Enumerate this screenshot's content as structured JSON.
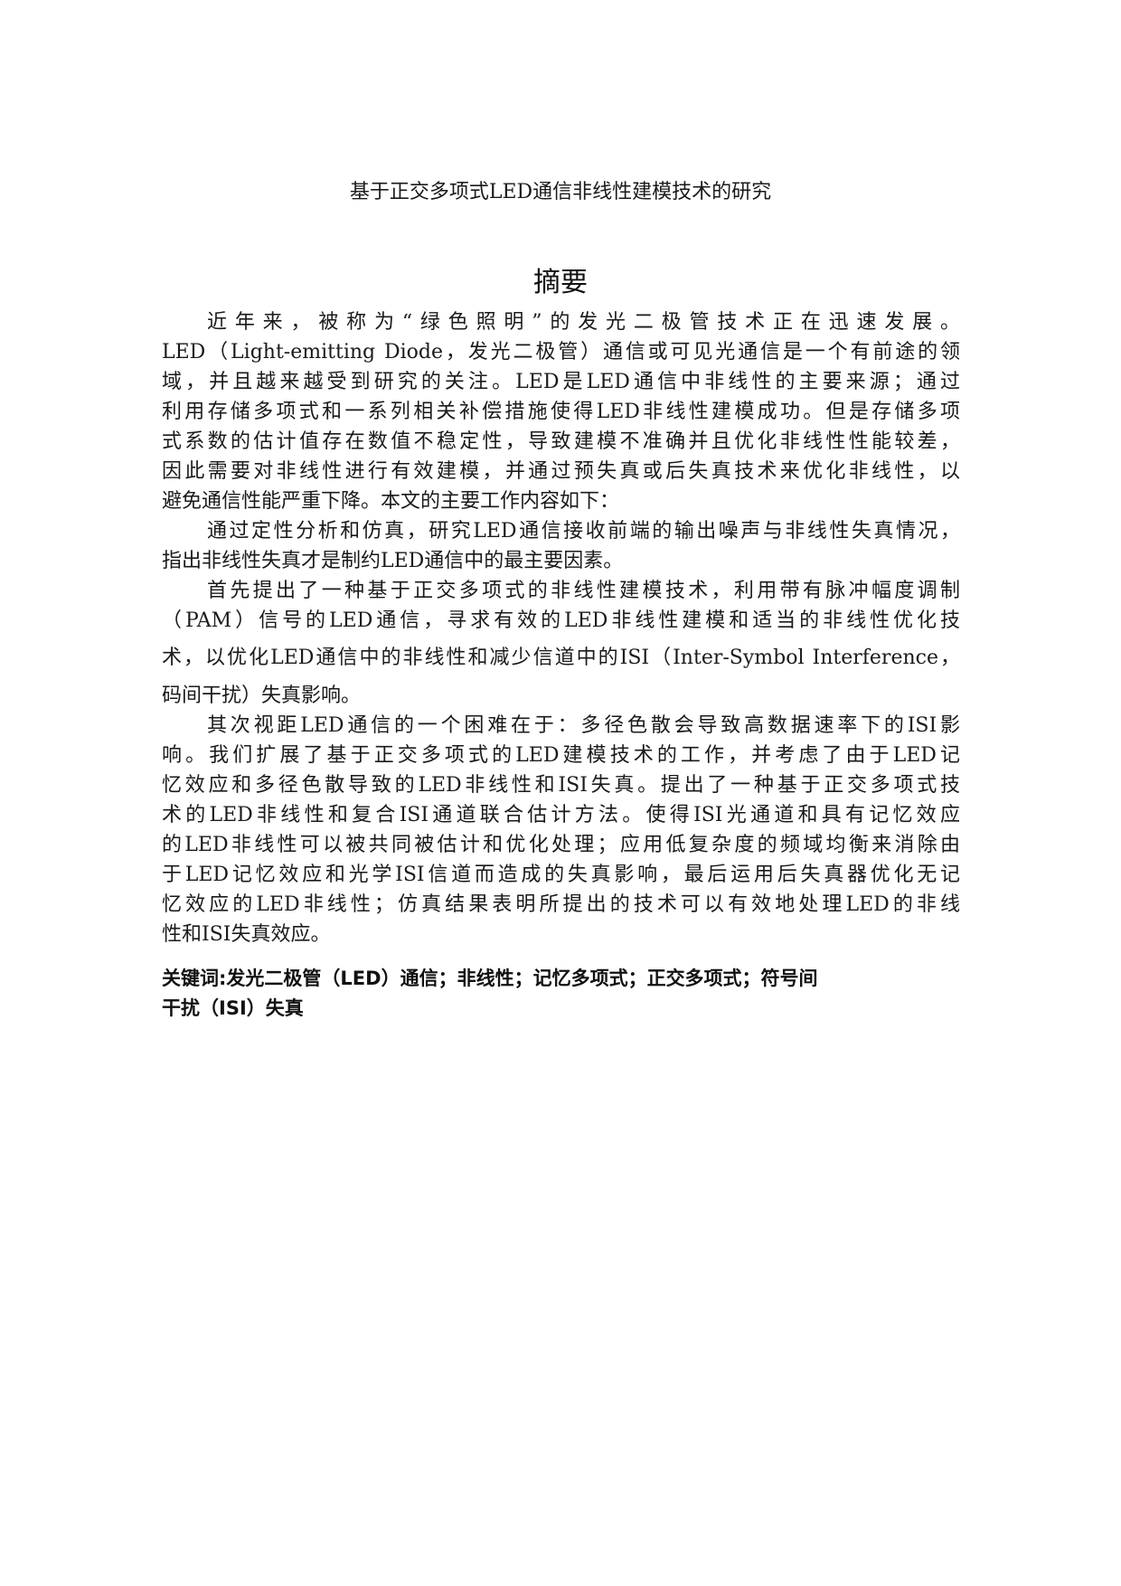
{
  "document": {
    "title": "基于正交多项式LED通信非线性建模技术的研究",
    "heading": "摘要",
    "lines": [
      "近年来，被称为“绿色照明”的发光二极管技术正在迅速发展。",
      "LED（Light-emitting Diode，发光二极管）通信或可见光通信是一个有前途的领",
      "域，并且越来越受到研究的关注。LED是LED通信中非线性的主要来源；通过",
      "利用存储多项式和一系列相关补偿措施使得LED非线性建模成功。但是存储多项",
      "式系数的估计值存在数值不稳定性，导致建模不准确并且优化非线性性能较差，",
      "因此需要对非线性进行有效建模，并通过预失真或后失真技术来优化非线性，以",
      "避免通信性能严重下降。本文的主要工作内容如下：",
      "通过定性分析和仿真，研究LED通信接收前端的输出噪声与非线性失真情况，",
      "指出非线性失真才是制约LED通信中的最主要因素。",
      "首先提出了一种基于正交多项式的非线性建模技术，利用带有脉冲幅度调制",
      "（PAM）信号的LED通信，寻求有效的LED非线性建模和适当的非线性优化技",
      "术，以优化LED通信中的非线性和减少信道中的ISI（Inter-Symbol Interference，",
      "码间干扰）失真影响。",
      "其次视距LED通信的一个困难在于：多径色散会导致高数据速率下的ISI影",
      "响。我们扩展了基于正交多项式的LED建模技术的工作，并考虑了由于LED记",
      "忆效应和多径色散导致的LED非线性和ISI失真。提出了一种基于正交多项式技",
      "术的LED非线性和复合ISI通道联合估计方法。使得ISI光通道和具有记忆效应",
      "的LED非线性可以被共同被估计和优化处理；应用低复杂度的频域均衡来消除由",
      "于LED记忆效应和光学ISI信道而造成的失真影响，最后运用后失真器优化无记",
      "忆效应的LED非线性；仿真结果表明所提出的技术可以有效地处理LED的非线",
      "性和ISI失真效应。"
    ],
    "keywords_label": "关键词:",
    "keywords_line1": "发光二极管（LED）通信；非线性；记忆多项式；正交多项式；符号间",
    "keywords_line2": "干扰（ISI）失真"
  }
}
